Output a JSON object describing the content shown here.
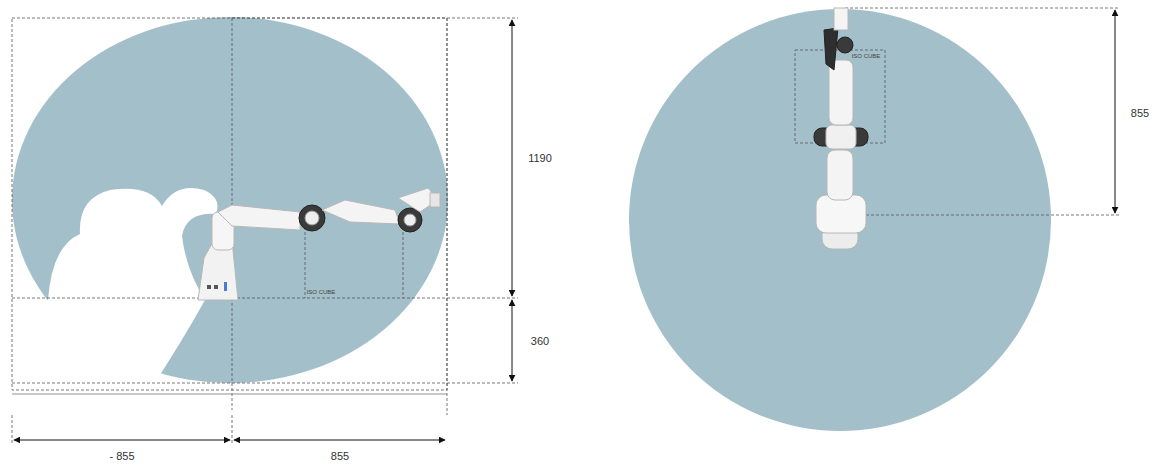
{
  "diagram": {
    "labels": [
      "1190",
      "360",
      "- 855",
      "855",
      "855",
      "ISO CUBE",
      "ISO CUBE"
    ]
  }
}
